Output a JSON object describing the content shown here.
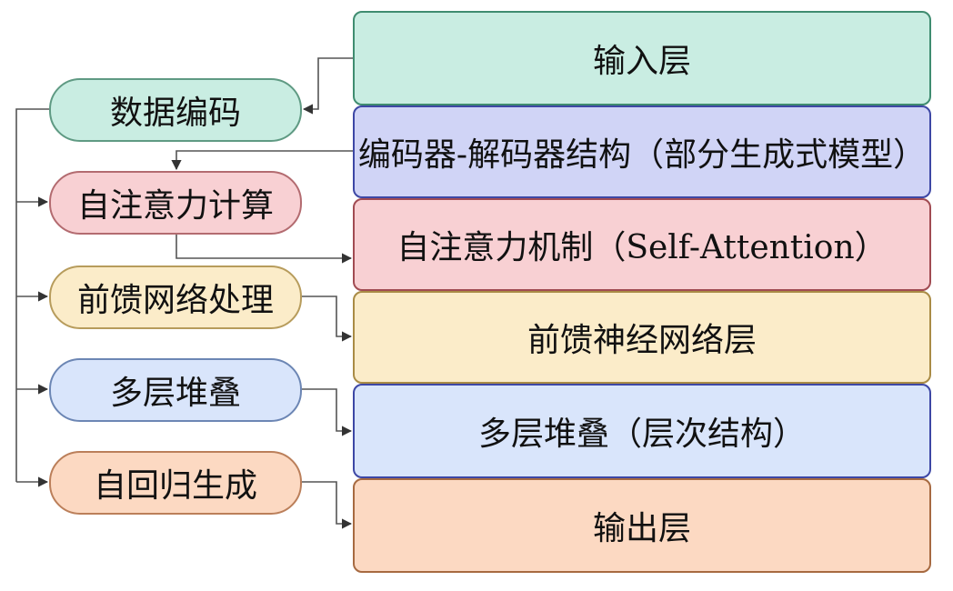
{
  "layers": {
    "input": "输入层",
    "encdec": "编码器-解码器结构（部分生成式模型）",
    "attention": "自注意力机制（Self-Attention）",
    "ffn": "前馈神经网络层",
    "stack": "多层堆叠（层次结构）",
    "output": "输出层"
  },
  "steps": {
    "encoding": "数据编码",
    "self_attention": "自注意力计算",
    "feedforward": "前馈网络处理",
    "stacking": "多层堆叠",
    "autoregressive": "自回归生成"
  }
}
